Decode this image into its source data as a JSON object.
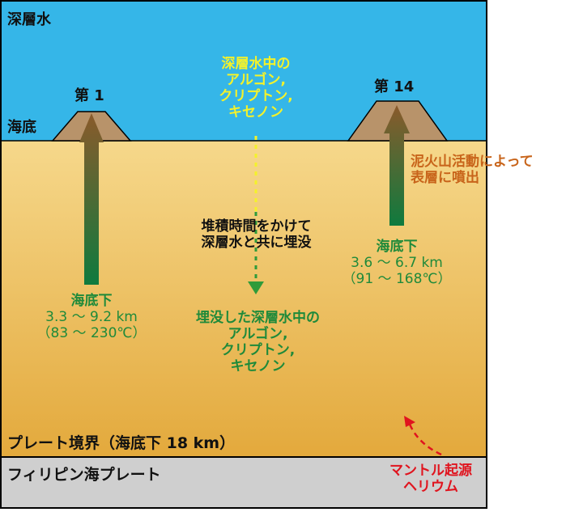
{
  "colors": {
    "deep_water": "#35b6e8",
    "sediment_top": "#f6d88b",
    "sediment_bottom": "#e3a93c",
    "plate": "#cfcfcf",
    "seamount": "#b8936a",
    "arrow_top": "#8a5a2b",
    "arrow_bottom": "#0f7a3e",
    "burial_arrow": "#2f9b3a",
    "mantle_arrow": "#e0141e",
    "outline": "#000000"
  },
  "labels": {
    "deep_water": "深層水",
    "seafloor": "海底",
    "seamount_1": "第 1",
    "seamount_14": "第 14",
    "dissolved_gas": [
      "深層水中の",
      "アルゴン,",
      "クリプトン,",
      "キセノン"
    ],
    "burial_process": [
      "堆積時間をかけて",
      "深層水と共に埋没"
    ],
    "buried_gas": [
      "埋没した深層水中の",
      "アルゴン,",
      "クリプトン,",
      "キセノン"
    ],
    "mud_volcano": [
      "泥火山活動によって",
      "表層に噴出"
    ],
    "depth_left": [
      "海底下",
      "3.3 ～ 9.2 km",
      "（83 ～ 230℃）"
    ],
    "depth_right": [
      "海底下",
      "3.6 ～ 6.7 km",
      "（91 ～ 168℃）"
    ],
    "plate_boundary": "プレート境界（海底下 18 km）",
    "philippine_plate": "フィリピン海プレート",
    "mantle_helium": [
      "マントル起源",
      "ヘリウム"
    ]
  }
}
